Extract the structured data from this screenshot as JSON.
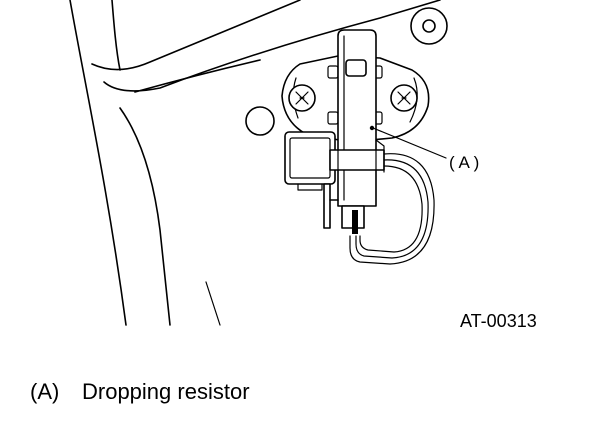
{
  "diagram": {
    "callout_label": "( A )",
    "figure_code": "AT-00313"
  },
  "caption": {
    "key": "(A)",
    "text": "Dropping resistor"
  }
}
